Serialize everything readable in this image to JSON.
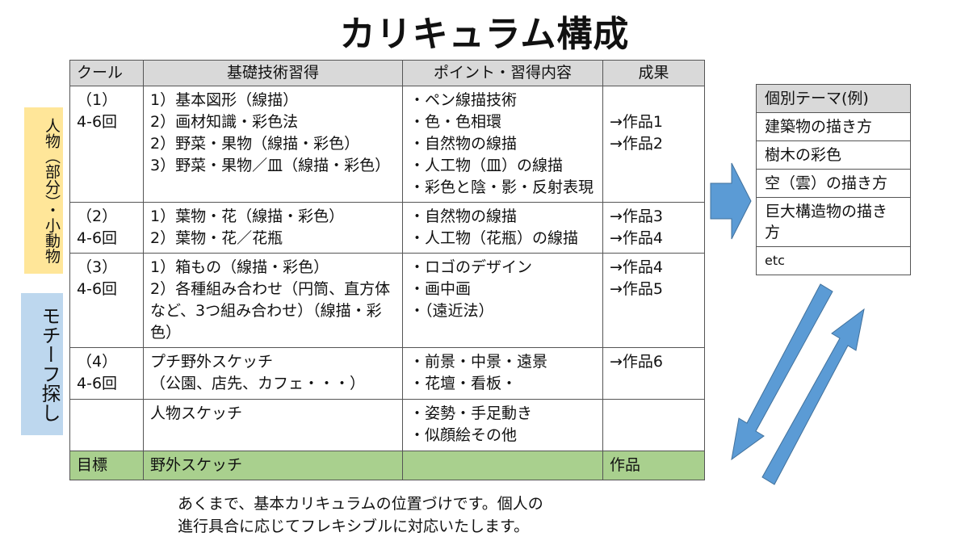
{
  "title": "カリキュラム構成",
  "side_labels": {
    "yellow": "人物（部分）・小動物",
    "blue": "モチーフ探し"
  },
  "table": {
    "headers": [
      "クール",
      "基礎技術習得",
      "ポイント・習得内容",
      "成果"
    ],
    "rows": [
      {
        "cool": [
          "（1）",
          "4-6回"
        ],
        "skills": [
          "1）基本図形（線描）",
          "2）画材知識・彩色法",
          "2）野菜・果物（線描・彩色）",
          "3）野菜・果物／皿（線描・彩色）"
        ],
        "points": [
          "・ペン線描技術",
          "・色・色相環",
          "・自然物の線描",
          "・人工物（皿）の線描",
          "・彩色と陰・影・反射表現"
        ],
        "results": [
          "",
          "→作品1",
          "→作品2"
        ]
      },
      {
        "cool": [
          "（2）",
          "4-6回"
        ],
        "skills": [
          "1）葉物・花（線描・彩色）",
          "2）葉物・花／花瓶"
        ],
        "points": [
          "・自然物の線描",
          "・人工物（花瓶）の線描"
        ],
        "results": [
          "→作品3",
          "→作品4"
        ]
      },
      {
        "cool": [
          "（3）",
          "4-6回"
        ],
        "skills": [
          "1）箱もの（線描・彩色）",
          "2）各種組み合わせ（円筒、直方体など、3つ組み合わせ）（線描・彩色）"
        ],
        "points": [
          "・ロゴのデザイン",
          "・画中画",
          "・（遠近法）"
        ],
        "results": [
          "→作品4",
          "→作品5"
        ]
      },
      {
        "cool": [
          "（4）",
          "4-6回"
        ],
        "skills": [
          "プチ野外スケッチ",
          "（公園、店先、カフェ・・・）"
        ],
        "points": [
          "・前景・中景・遠景",
          "・花壇・看板・"
        ],
        "results": [
          "→作品6"
        ]
      },
      {
        "cool": [
          "",
          ""
        ],
        "skills": [
          "人物スケッチ"
        ],
        "points": [
          "・姿勢・手足動き",
          "・似顔絵その他"
        ],
        "results": [
          ""
        ]
      }
    ],
    "goal": {
      "label": "目標",
      "skill": "野外スケッチ",
      "point": "",
      "result": "作品"
    }
  },
  "themes": {
    "header": "個別テーマ(例)",
    "items": [
      "建築物の描き方",
      "樹木の彩色",
      "空（雲）の描き方",
      "巨大構造物の描き方"
    ],
    "etc": "etc"
  },
  "note": [
    "あくまで、基本カリキュラムの位置づけです。個人の",
    "進行具合に応じてフレキシブルに対応いたします。"
  ],
  "colors": {
    "arrow": "#5b9bd5",
    "goal_row": "#a9d08e",
    "header": "#d9d9d9",
    "tag_yellow": "#ffe699",
    "tag_blue": "#bdd7ee"
  }
}
